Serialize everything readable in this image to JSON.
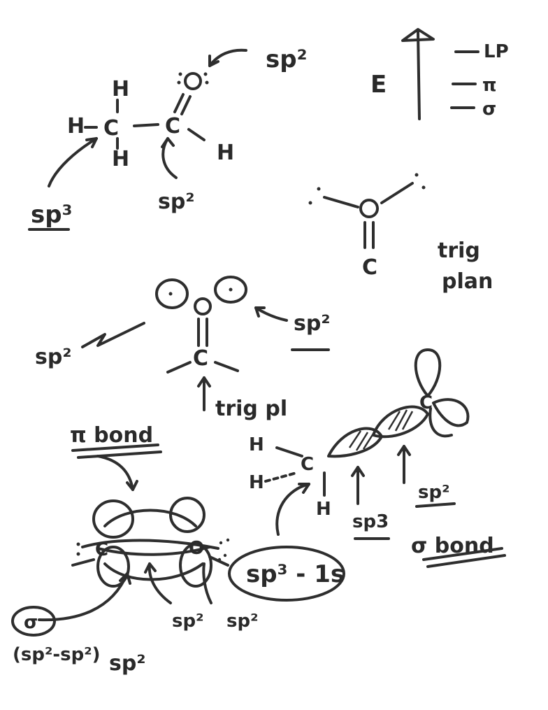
{
  "labels": {
    "o_label": "O",
    "c_label": "C",
    "h_label": "H",
    "sp2": "sp²",
    "sp3": "sp³",
    "sp2_small": "sp²",
    "energy_axis": "E",
    "level_lp": "LP",
    "level_pi": "π",
    "level_sigma": "σ",
    "trig_planar_1": "trig",
    "trig_planar_2": "plan",
    "trig_pl": "trig pl",
    "pi_bond": "π bond",
    "sigma_bond": "σ bond",
    "sp3_1s": "sp³ - 1s",
    "sigma_left": "σ",
    "sp2_sp2": "(sp²-sp²)",
    "sp2_bottom": "sp²",
    "sp2_mid1": "sp²",
    "sp2_mid2": "sp²",
    "sp3_right": "sp3",
    "sp2_right": "sp²"
  }
}
